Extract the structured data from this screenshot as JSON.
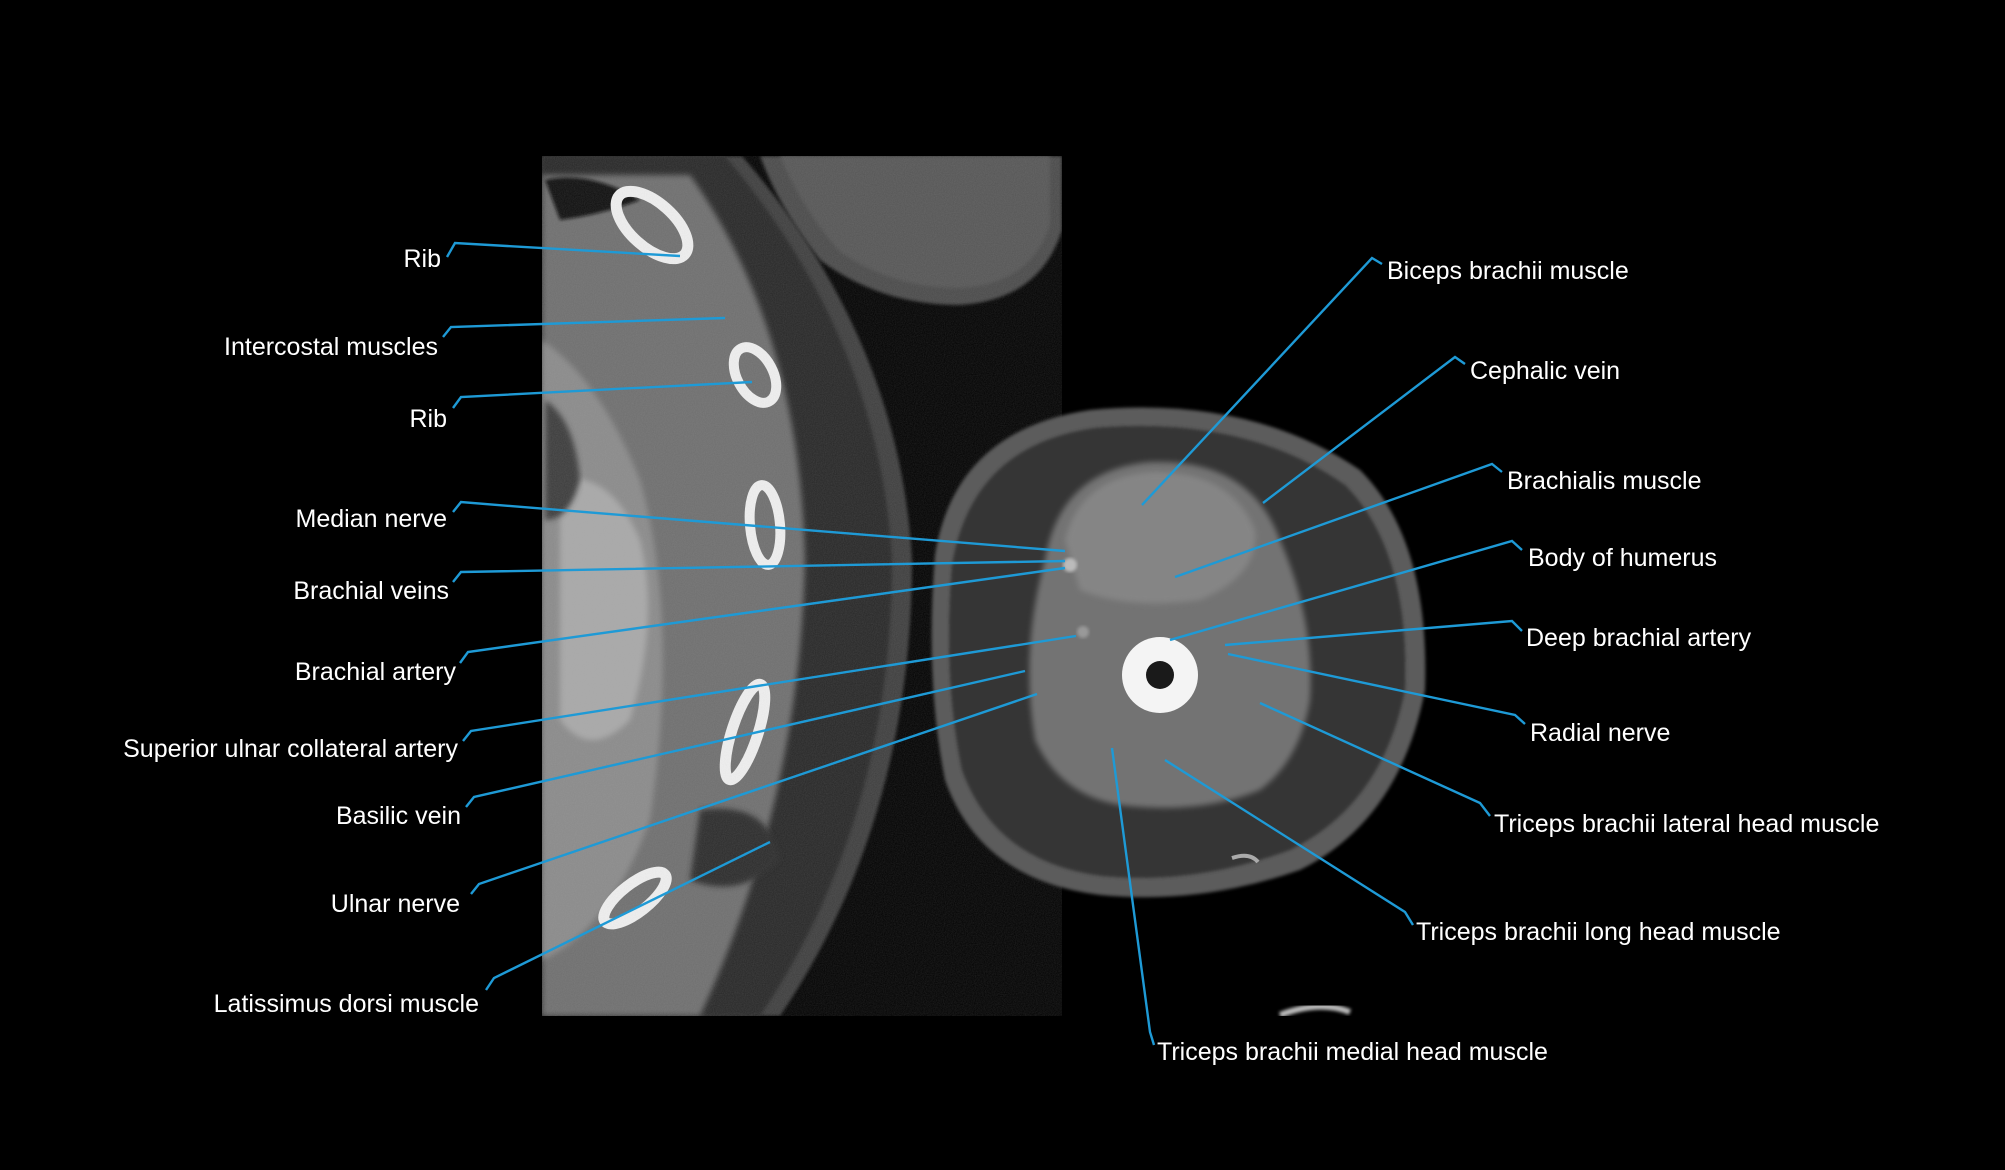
{
  "background_color": "#000000",
  "leader_color": "#1e9ad6",
  "label_color": "#ffffff",
  "labels_left": [
    {
      "id": "rib-1",
      "text": "Rib"
    },
    {
      "id": "intercostal-muscles",
      "text": "Intercostal muscles"
    },
    {
      "id": "rib-2",
      "text": "Rib"
    },
    {
      "id": "median-nerve",
      "text": "Median nerve"
    },
    {
      "id": "brachial-veins",
      "text": "Brachial veins"
    },
    {
      "id": "brachial-artery",
      "text": "Brachial artery"
    },
    {
      "id": "superior-ulnar-collateral-artery",
      "text": "Superior ulnar collateral artery"
    },
    {
      "id": "basilic-vein",
      "text": "Basilic vein"
    },
    {
      "id": "ulnar-nerve",
      "text": "Ulnar nerve"
    },
    {
      "id": "latissimus-dorsi-muscle",
      "text": "Latissimus dorsi muscle"
    }
  ],
  "labels_right": [
    {
      "id": "biceps-brachii-muscle",
      "text": "Biceps brachii muscle"
    },
    {
      "id": "cephalic-vein",
      "text": "Cephalic vein"
    },
    {
      "id": "brachialis-muscle",
      "text": "Brachialis muscle"
    },
    {
      "id": "body-of-humerus",
      "text": "Body of humerus"
    },
    {
      "id": "deep-brachial-artery",
      "text": "Deep brachial artery"
    },
    {
      "id": "radial-nerve",
      "text": "Radial nerve"
    },
    {
      "id": "triceps-brachii-lateral-head-muscle",
      "text": "Triceps brachii lateral head muscle"
    },
    {
      "id": "triceps-brachii-long-head-muscle",
      "text": "Triceps brachii long head muscle"
    },
    {
      "id": "triceps-brachii-medial-head-muscle",
      "text": "Triceps brachii medial head muscle"
    }
  ]
}
